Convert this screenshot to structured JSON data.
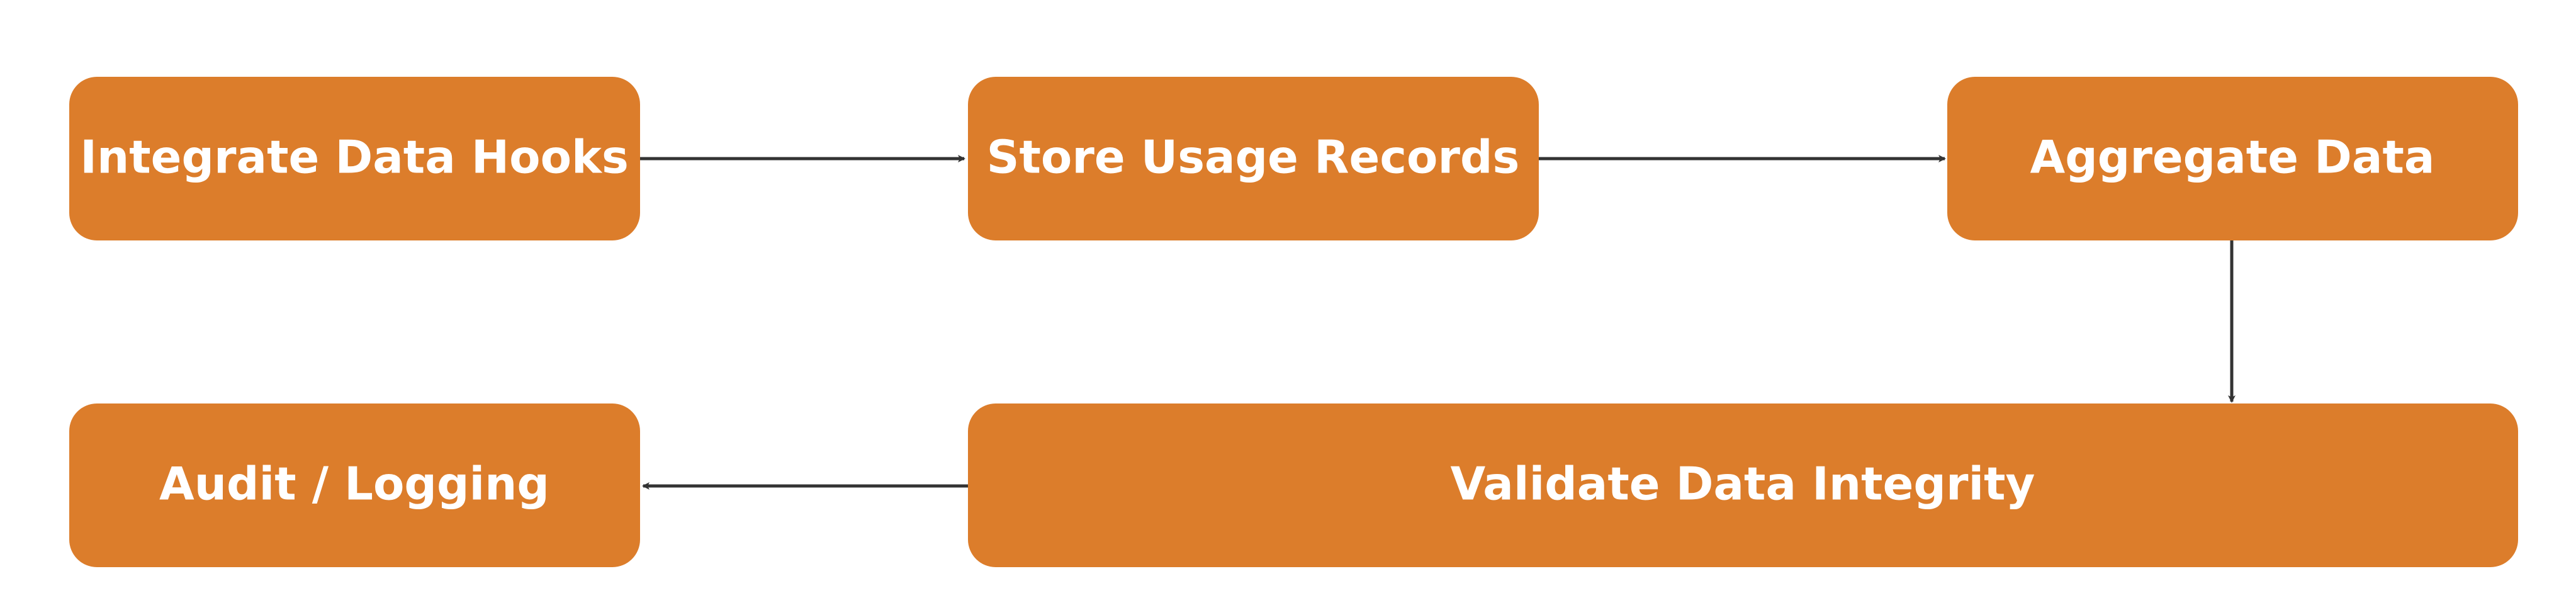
{
  "diagram": {
    "colors": {
      "node_fill": "#dc7d2b",
      "node_text": "#ffffff",
      "edge": "#333333",
      "background": "#ffffff"
    },
    "nodes": [
      {
        "id": "integrate",
        "label": "Integrate Data Hooks"
      },
      {
        "id": "store",
        "label": "Store Usage Records"
      },
      {
        "id": "aggregate",
        "label": "Aggregate Data"
      },
      {
        "id": "validate",
        "label": "Validate Data Integrity"
      },
      {
        "id": "audit",
        "label": "Audit / Logging"
      }
    ],
    "edges": [
      {
        "from": "integrate",
        "to": "store"
      },
      {
        "from": "store",
        "to": "aggregate"
      },
      {
        "from": "aggregate",
        "to": "validate"
      },
      {
        "from": "validate",
        "to": "audit"
      }
    ]
  }
}
